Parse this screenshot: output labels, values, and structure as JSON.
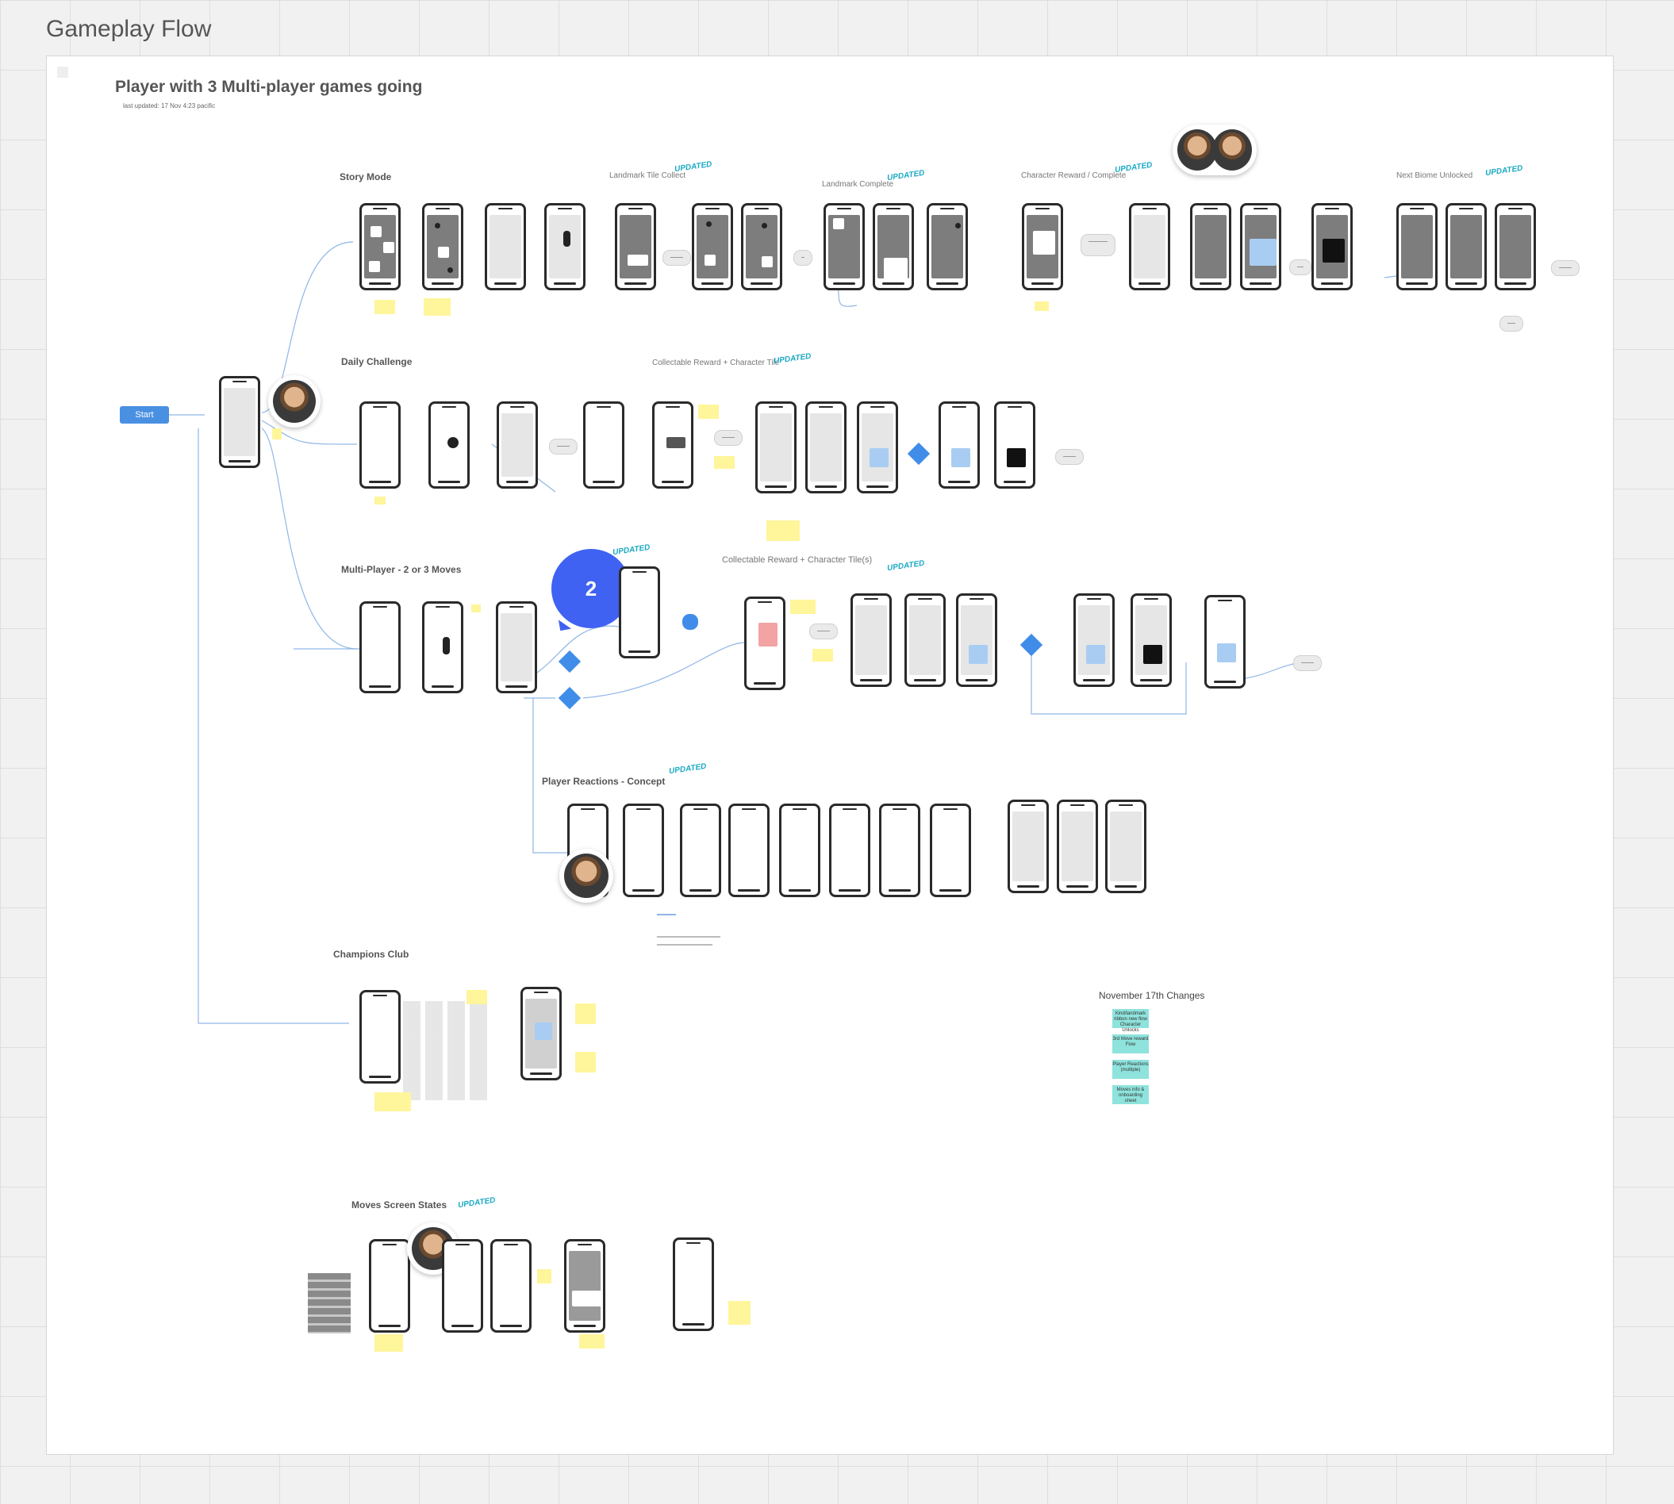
{
  "board": {
    "title": "Gameplay Flow"
  },
  "frame": {
    "title": "Player with 3 Multi-player games going",
    "subtitle": "last updated: 17 Nov 4:23 pacific"
  },
  "start": {
    "label": "Start"
  },
  "sections": {
    "story_mode": "Story Mode",
    "landmark_tile_collect": "Landmark Tile Collect",
    "landmark_complete": "Landmark Complete",
    "character_reward": "Character Reward / Complete",
    "next_biome": "Next Biome Unlocked",
    "daily_challenge": "Daily Challenge",
    "collectable_reward": "Collectable Reward + Character Tile",
    "multiplayer": "Multi-Player - 2 or 3 Moves",
    "collectable_reward_tiles": "Collectable Reward + Character Tile(s)",
    "player_reactions": "Player Reactions - Concept",
    "champions_club": "Champions Club",
    "moves_screen_states": "Moves Screen States"
  },
  "updated_tag": "UPDATED",
  "comment": {
    "count": "2"
  },
  "changes": {
    "title": "November 17th Changes",
    "items": [
      "Kind/landmark ribbon new flow Character Unlocks",
      "3rd Move reward Flow",
      "Player Reactions (multiple)",
      "Moves info & onboarding sheet"
    ]
  }
}
